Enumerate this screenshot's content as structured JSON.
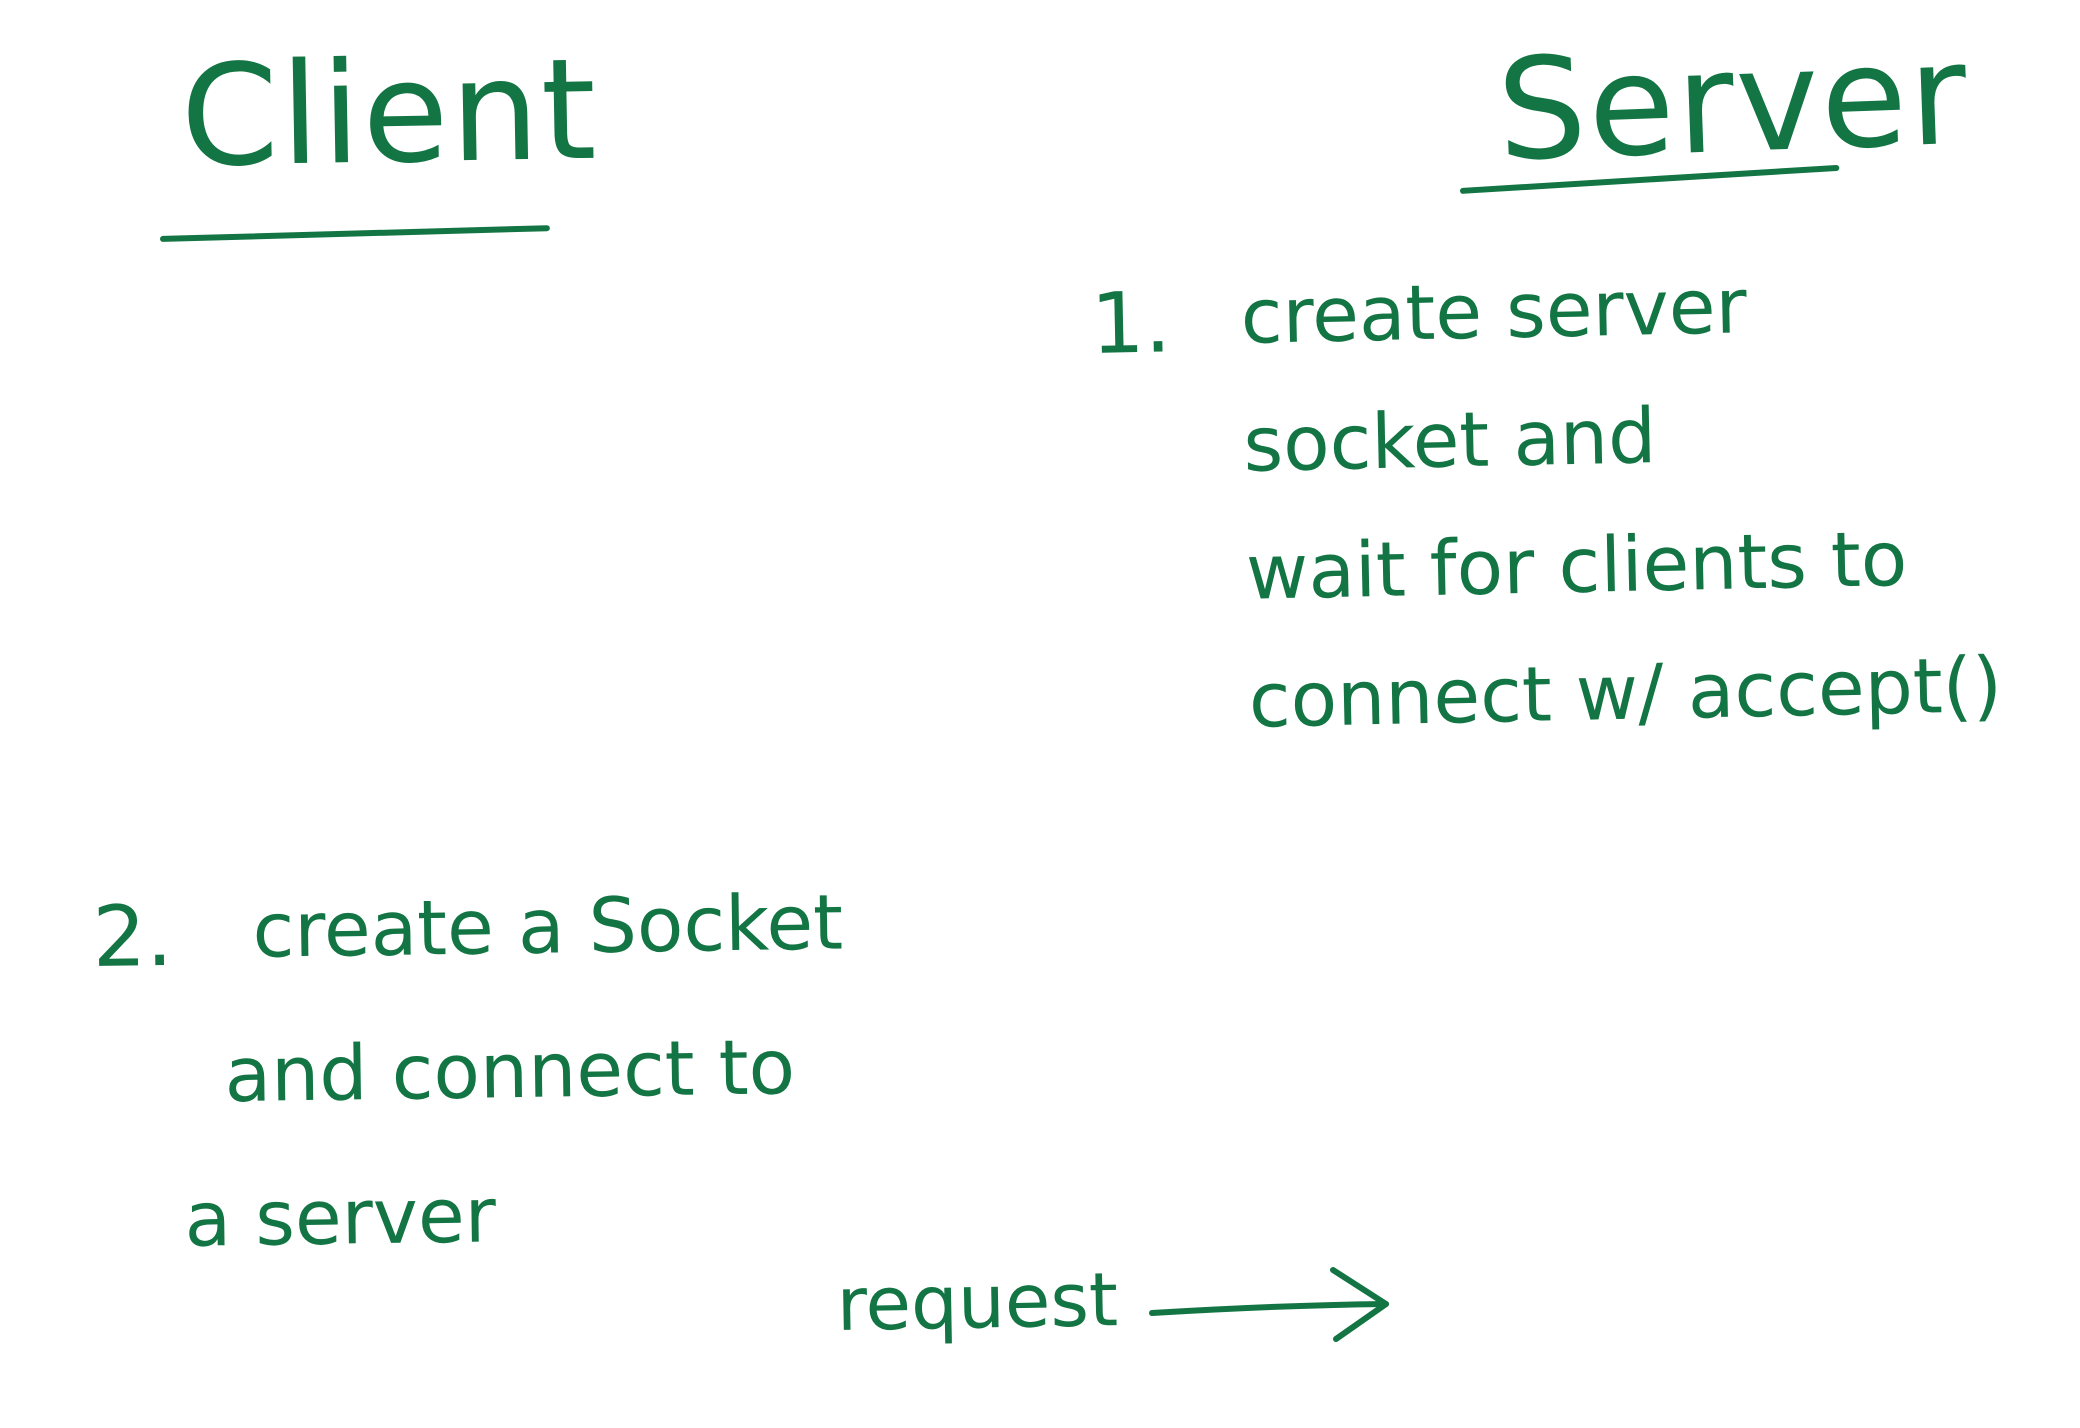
{
  "colors": {
    "ink": "#137544",
    "background": "#ffffff"
  },
  "client": {
    "title": "Client"
  },
  "server": {
    "title": "Server"
  },
  "steps": {
    "server_step": {
      "number": "1.",
      "lines": [
        "create server",
        "socket and",
        "wait for clients to",
        "connect w/ accept()"
      ]
    },
    "client_step": {
      "number": "2.",
      "lines": [
        "create a Socket",
        "and connect to",
        "a server"
      ]
    }
  },
  "message": {
    "label": "request",
    "direction": "client-to-server"
  },
  "icons": {
    "arrow": "right-arrow-icon"
  }
}
